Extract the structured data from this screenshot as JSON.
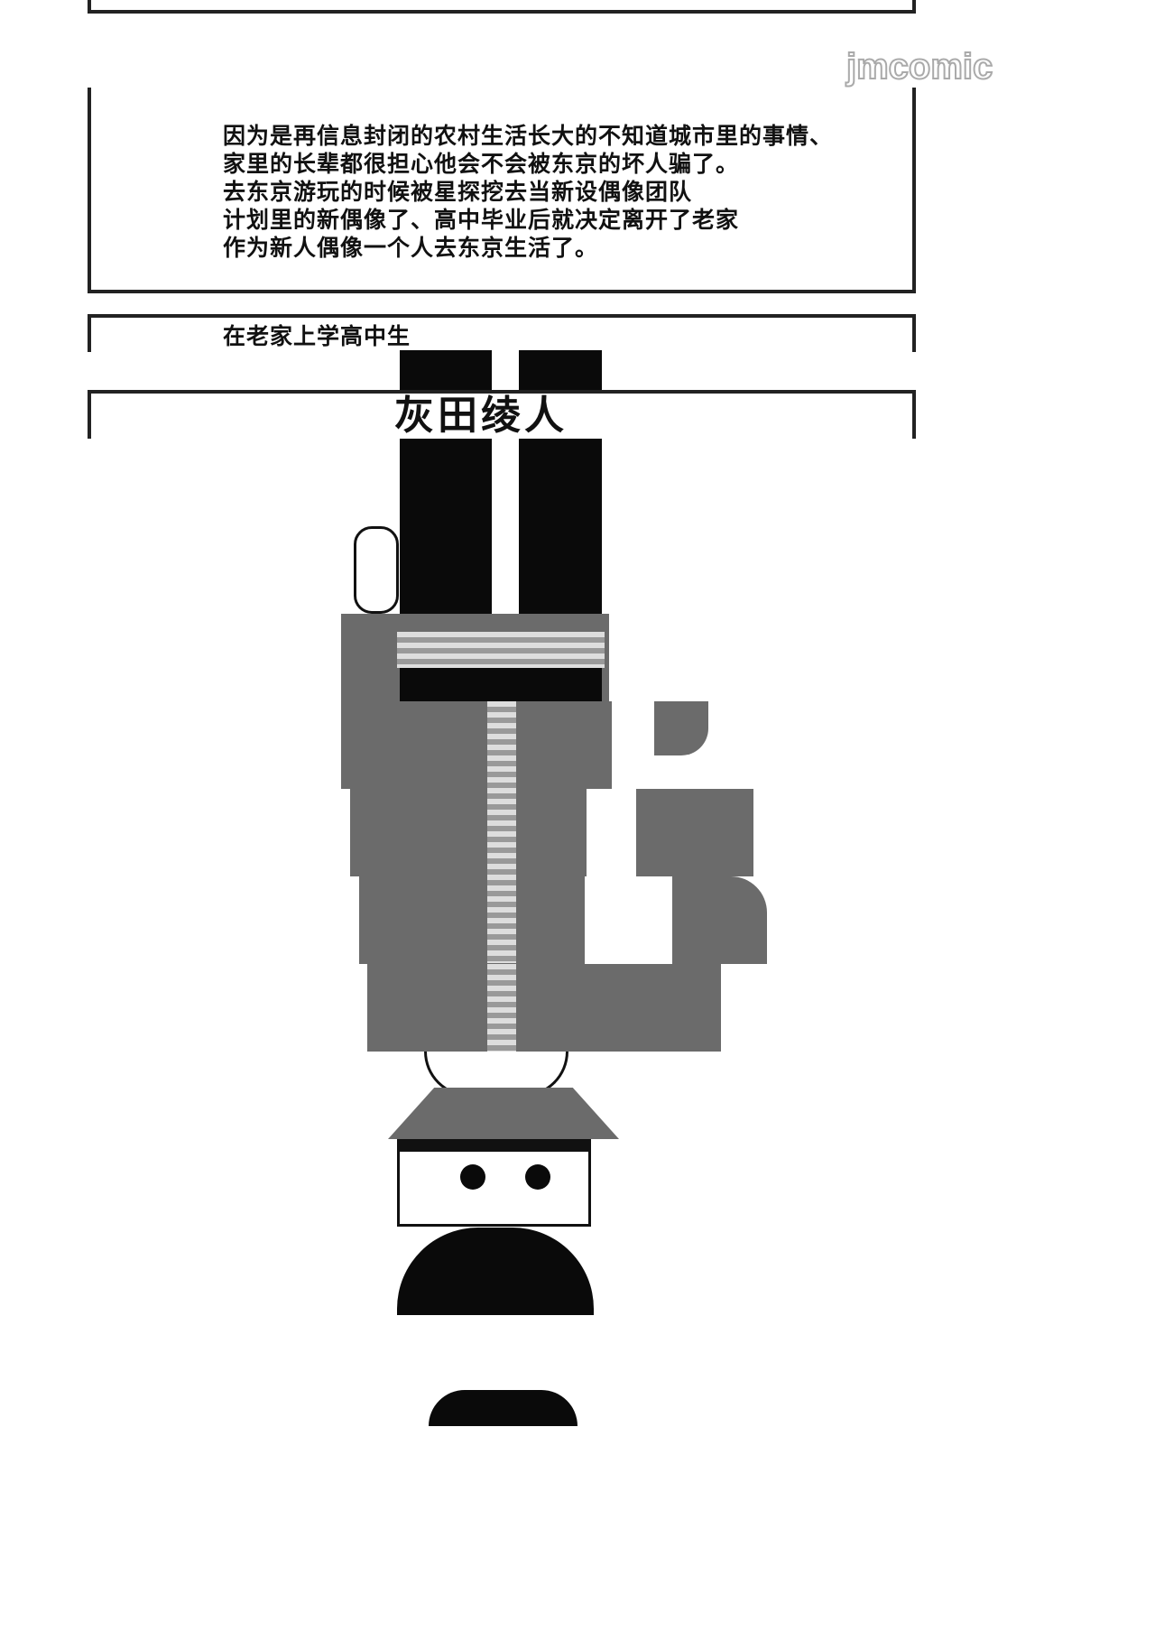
{
  "watermark": "jmcomic",
  "panel1": {
    "lines": [
      "因为是再信息封闭的农村生活长大的不知道城市里的事情、",
      "家里的长辈都很担心他会不会被东京的坏人骗了。",
      "去东京游玩的时候被星探挖去当新设偶像团队",
      "计划里的新偶像了、高中毕业后就决定离开了老家",
      "作为新人偶像一个人去东京生活了。"
    ]
  },
  "panel2": {
    "text": "在老家上学高中生"
  },
  "panel3": {
    "title": "灰田绫人"
  }
}
